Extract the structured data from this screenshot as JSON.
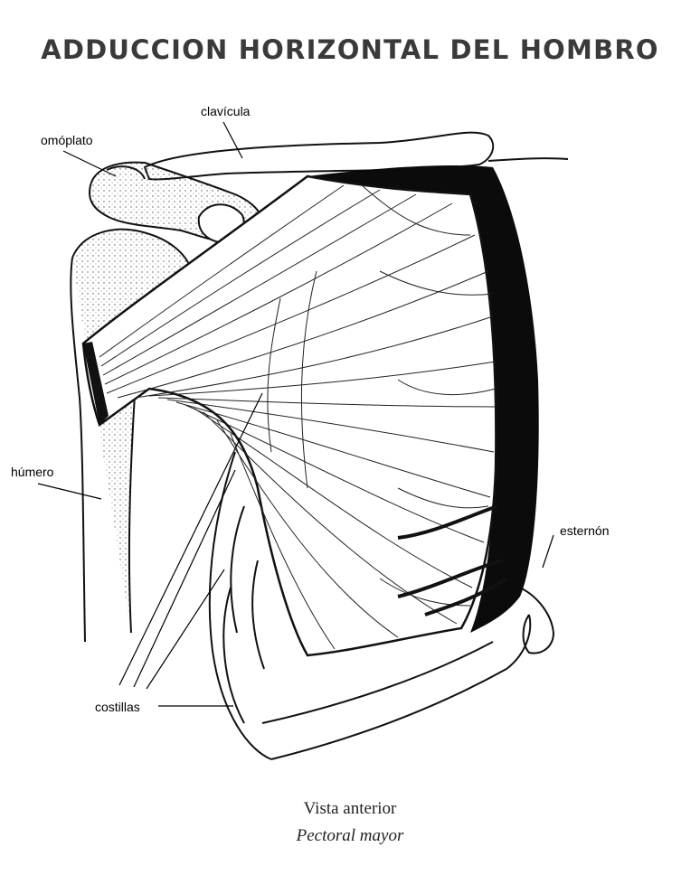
{
  "title": "ADDUCCION HORIZONTAL DEL HOMBRO",
  "labels": {
    "clavicula": "clavícula",
    "omoplato": "omóplato",
    "humero": "húmero",
    "esternon": "esternón",
    "costillas": "costillas"
  },
  "caption": {
    "view": "Vista anterior",
    "muscle": "Pectoral mayor"
  }
}
